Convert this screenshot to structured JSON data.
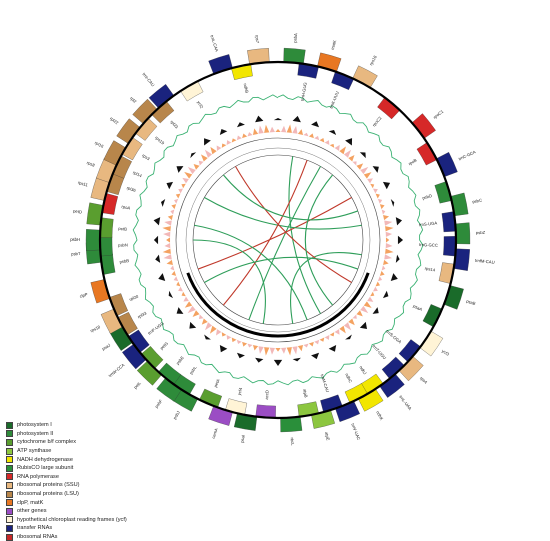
{
  "colors": {
    "ring": "#000000",
    "gc_content": "#f4a261",
    "at_content": "#f2b8b8",
    "outer_dashed": "#3bb273",
    "inner_chord_green": "#2f9e5a",
    "inner_chord_red": "#c0392b"
  },
  "legend": [
    {
      "label": "photosystem I",
      "color": "#1a6b2a"
    },
    {
      "label": "photosystem II",
      "color": "#2e8b3a"
    },
    {
      "label": "cytochrome b/f complex",
      "color": "#5a9e2f"
    },
    {
      "label": "ATP synthase",
      "color": "#8cc63f"
    },
    {
      "label": "NADH dehydrogenase",
      "color": "#f2e600"
    },
    {
      "label": "RubisCO large subunit",
      "color": "#2a8f3a"
    },
    {
      "label": "RNA polymerase",
      "color": "#d62828"
    },
    {
      "label": "ribosomal proteins (SSU)",
      "color": "#e8b880"
    },
    {
      "label": "ribosomal proteins (LSU)",
      "color": "#b8864b"
    },
    {
      "label": "clpP, matK",
      "color": "#e87722"
    },
    {
      "label": "other genes",
      "color": "#9b4dc4"
    },
    {
      "label": "hypothetical chloroplast reading frames (ycf)",
      "color": "#fff4d6"
    },
    {
      "label": "transfer RNAs",
      "color": "#1a237e"
    },
    {
      "label": "ribosomal RNAs",
      "color": "#c62828"
    }
  ],
  "genes": [
    {
      "label": "psbA",
      "angle": 5,
      "color": "#2e8b3a",
      "side": "out"
    },
    {
      "label": "trnH-GUG",
      "angle": 10,
      "color": "#1a237e",
      "side": "out"
    },
    {
      "label": "matK",
      "angle": 16,
      "color": "#e87722",
      "side": "out"
    },
    {
      "label": "trnK-UUU",
      "angle": 22,
      "color": "#1a237e",
      "side": "out"
    },
    {
      "label": "rps16",
      "angle": 28,
      "color": "#e8b880",
      "side": "out"
    },
    {
      "label": "rpoC2",
      "angle": 40,
      "color": "#d62828",
      "side": "out"
    },
    {
      "label": "rpoC1",
      "angle": 52,
      "color": "#d62828",
      "side": "out"
    },
    {
      "label": "rpoB",
      "angle": 60,
      "color": "#d62828",
      "side": "out"
    },
    {
      "label": "trnC-GCA",
      "angle": 66,
      "color": "#1a237e",
      "side": "out"
    },
    {
      "label": "psbD",
      "angle": 74,
      "color": "#2e8b3a",
      "side": "out"
    },
    {
      "label": "psbC",
      "angle": 79,
      "color": "#2e8b3a",
      "side": "out"
    },
    {
      "label": "trnS-UGA",
      "angle": 84,
      "color": "#1a237e",
      "side": "out"
    },
    {
      "label": "psbZ",
      "angle": 88,
      "color": "#2e8b3a",
      "side": "out"
    },
    {
      "label": "trnG-GCC",
      "angle": 92,
      "color": "#1a237e",
      "side": "out"
    },
    {
      "label": "trnfM-CAU",
      "angle": 96,
      "color": "#1a237e",
      "side": "out"
    },
    {
      "label": "rps14",
      "angle": 101,
      "color": "#e8b880",
      "side": "out"
    },
    {
      "label": "psaB",
      "angle": 108,
      "color": "#1a6b2a",
      "side": "out"
    },
    {
      "label": "psaA",
      "angle": 116,
      "color": "#1a6b2a",
      "side": "out"
    },
    {
      "label": "ycf3",
      "angle": 124,
      "color": "#fff4d6",
      "side": "out"
    },
    {
      "label": "trnS-GGA",
      "angle": 130,
      "color": "#1a237e",
      "side": "out"
    },
    {
      "label": "rps4",
      "angle": 134,
      "color": "#e8b880",
      "side": "out"
    },
    {
      "label": "trnT-UGU",
      "angle": 138,
      "color": "#1a237e",
      "side": "out"
    },
    {
      "label": "trnL-UAA",
      "angle": 142,
      "color": "#1a237e",
      "side": "out"
    },
    {
      "label": "ndhJ",
      "angle": 147,
      "color": "#f2e600",
      "side": "out"
    },
    {
      "label": "ndhK",
      "angle": 150,
      "color": "#f2e600",
      "side": "out"
    },
    {
      "label": "ndhC",
      "angle": 153,
      "color": "#f2e600",
      "side": "out"
    },
    {
      "label": "trnV-UAC",
      "angle": 158,
      "color": "#1a237e",
      "side": "out"
    },
    {
      "label": "trnM-CAU",
      "angle": 162,
      "color": "#1a237e",
      "side": "out"
    },
    {
      "label": "atpE",
      "angle": 166,
      "color": "#8cc63f",
      "side": "out"
    },
    {
      "label": "atpB",
      "angle": 170,
      "color": "#8cc63f",
      "side": "out"
    },
    {
      "label": "rbcL",
      "angle": 176,
      "color": "#2a8f3a",
      "side": "out"
    },
    {
      "label": "accD",
      "angle": 184,
      "color": "#9b4dc4",
      "side": "out"
    },
    {
      "label": "psaI",
      "angle": 190,
      "color": "#1a6b2a",
      "side": "out"
    },
    {
      "label": "ycf4",
      "angle": 194,
      "color": "#fff4d6",
      "side": "out"
    },
    {
      "label": "cemA",
      "angle": 198,
      "color": "#9b4dc4",
      "side": "out"
    },
    {
      "label": "petA",
      "angle": 203,
      "color": "#5a9e2f",
      "side": "out"
    },
    {
      "label": "psbJ",
      "angle": 210,
      "color": "#2e8b3a",
      "side": "out"
    },
    {
      "label": "psbL",
      "angle": 213,
      "color": "#2e8b3a",
      "side": "out"
    },
    {
      "label": "psbF",
      "angle": 216,
      "color": "#2e8b3a",
      "side": "out"
    },
    {
      "label": "psbE",
      "angle": 219,
      "color": "#2e8b3a",
      "side": "out"
    },
    {
      "label": "petL",
      "angle": 224,
      "color": "#5a9e2f",
      "side": "out"
    },
    {
      "label": "petG",
      "angle": 227,
      "color": "#5a9e2f",
      "side": "out"
    },
    {
      "label": "trnW-CCA",
      "angle": 231,
      "color": "#1a237e",
      "side": "out"
    },
    {
      "label": "trnP-UGG",
      "angle": 234,
      "color": "#1a237e",
      "side": "out"
    },
    {
      "label": "psaJ",
      "angle": 238,
      "color": "#1a6b2a",
      "side": "out"
    },
    {
      "label": "rpl33",
      "angle": 241,
      "color": "#b8864b",
      "side": "out"
    },
    {
      "label": "rps18",
      "angle": 244,
      "color": "#e8b880",
      "side": "out"
    },
    {
      "label": "rpl20",
      "angle": 248,
      "color": "#b8864b",
      "side": "out"
    },
    {
      "label": "clpP",
      "angle": 254,
      "color": "#e87722",
      "side": "out"
    },
    {
      "label": "psbB",
      "angle": 262,
      "color": "#2e8b3a",
      "side": "out"
    },
    {
      "label": "psbT",
      "angle": 266,
      "color": "#2e8b3a",
      "side": "out"
    },
    {
      "label": "psbN",
      "angle": 268,
      "color": "#2e8b3a",
      "side": "out"
    },
    {
      "label": "psbH",
      "angle": 270,
      "color": "#2e8b3a",
      "side": "out"
    },
    {
      "label": "petB",
      "angle": 274,
      "color": "#5a9e2f",
      "side": "out"
    },
    {
      "label": "petD",
      "angle": 278,
      "color": "#5a9e2f",
      "side": "out"
    },
    {
      "label": "rpoA",
      "angle": 282,
      "color": "#d62828",
      "side": "out"
    },
    {
      "label": "rps11",
      "angle": 286,
      "color": "#e8b880",
      "side": "out"
    },
    {
      "label": "rpl36",
      "angle": 289,
      "color": "#b8864b",
      "side": "out"
    },
    {
      "label": "rps8",
      "angle": 292,
      "color": "#e8b880",
      "side": "out"
    },
    {
      "label": "rpl14",
      "angle": 295,
      "color": "#b8864b",
      "side": "out"
    },
    {
      "label": "rpl16",
      "angle": 298,
      "color": "#b8864b",
      "side": "out"
    },
    {
      "label": "rps3",
      "angle": 302,
      "color": "#e8b880",
      "side": "out"
    },
    {
      "label": "rpl22",
      "angle": 306,
      "color": "#b8864b",
      "side": "out"
    },
    {
      "label": "rps19",
      "angle": 310,
      "color": "#e8b880",
      "side": "out"
    },
    {
      "label": "rpl2",
      "angle": 314,
      "color": "#b8864b",
      "side": "out"
    },
    {
      "label": "rpl23",
      "angle": 318,
      "color": "#b8864b",
      "side": "out"
    },
    {
      "label": "trnI-CAU",
      "angle": 321,
      "color": "#1a237e",
      "side": "out"
    },
    {
      "label": "ycf2",
      "angle": 330,
      "color": "#fff4d6",
      "side": "out"
    },
    {
      "label": "trnL-CAA",
      "angle": 342,
      "color": "#1a237e",
      "side": "out"
    },
    {
      "label": "ndhB",
      "angle": 348,
      "color": "#f2e600",
      "side": "out"
    },
    {
      "label": "rps7",
      "angle": 354,
      "color": "#e8b880",
      "side": "out"
    }
  ]
}
